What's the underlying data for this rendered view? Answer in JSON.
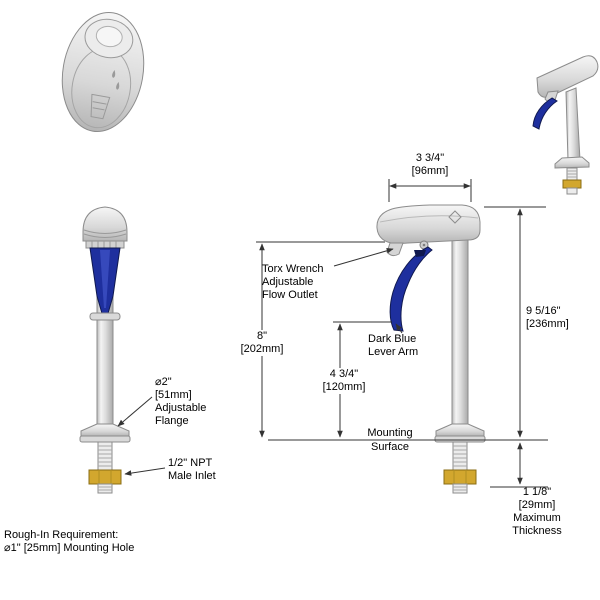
{
  "colors": {
    "lever_blue": "#1e2f9e",
    "lever_blue_dark": "#10194f",
    "brass": "#d2a72e",
    "line_gray": "#8c8c8c",
    "dim_line": "#333333"
  },
  "dimensions": {
    "head_width": {
      "in": "3 3/4\"",
      "mm": "[96mm]"
    },
    "outlet_height": {
      "in": "8\"",
      "mm": "[202mm]"
    },
    "lever_height": {
      "in": "4 3/4\"",
      "mm": "[120mm]"
    },
    "overall_height": {
      "in": "9 5/16\"",
      "mm": "[236mm]"
    },
    "max_thickness": {
      "in": "1 1/8\"",
      "mm": "[29mm]",
      "l3": "Maximum",
      "l4": "Thickness"
    }
  },
  "callouts": {
    "flow_outlet": {
      "l1": "Torx Wrench",
      "l2": "Adjustable",
      "l3": "Flow Outlet"
    },
    "lever": {
      "l1": "Dark Blue",
      "l2": "Lever Arm"
    },
    "mounting": {
      "l1": "Mounting",
      "l2": "Surface"
    },
    "flange": {
      "l1": "⌀2\"",
      "l2": "[51mm]",
      "l3": "Adjustable",
      "l4": "Flange"
    },
    "inlet": {
      "l1": "1/2\" NPT",
      "l2": "Male Inlet"
    }
  },
  "footer": {
    "l1": "Rough-In Requirement:",
    "l2": "⌀1\" [25mm] Mounting Hole"
  }
}
